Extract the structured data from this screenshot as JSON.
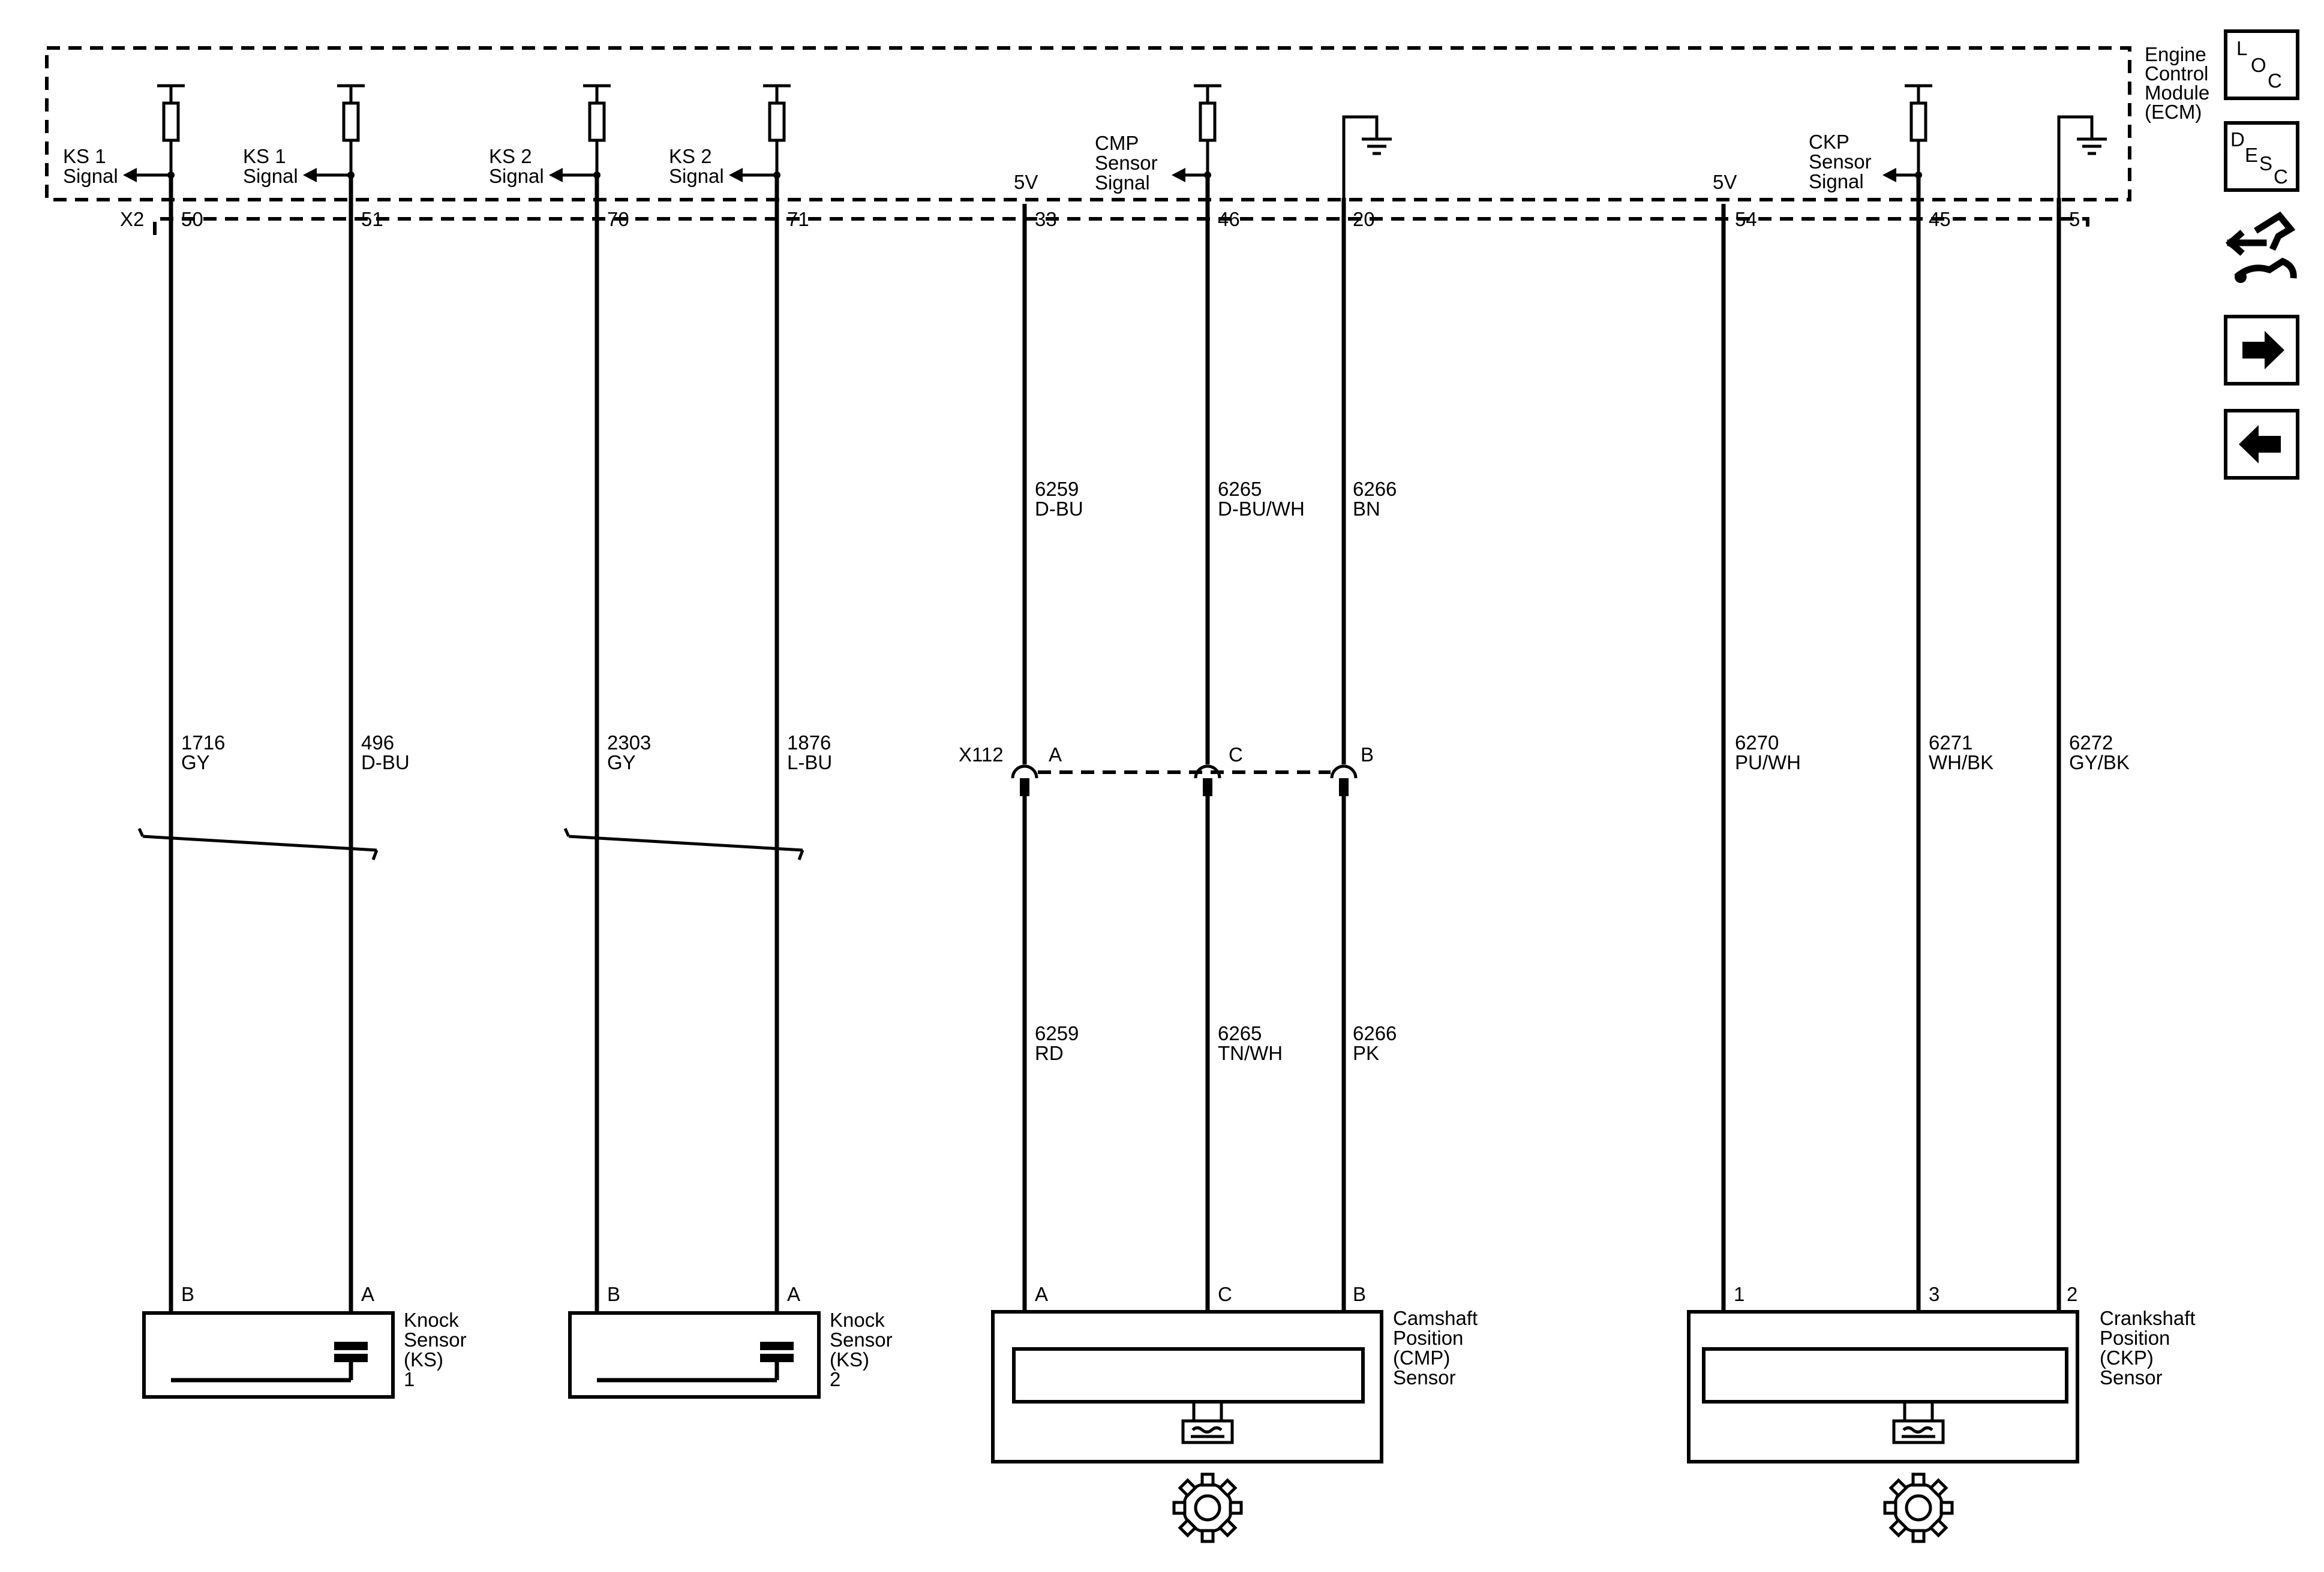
{
  "ecm": {
    "label": [
      "Engine",
      "Control",
      "Module",
      "(ECM)"
    ],
    "connector": "X2"
  },
  "ecm_signals": {
    "ks1a": [
      "KS 1",
      "Signal"
    ],
    "ks1b": [
      "KS 1",
      "Signal"
    ],
    "ks2a": [
      "KS 2",
      "Signal"
    ],
    "ks2b": [
      "KS 2",
      "Signal"
    ],
    "cmp": [
      "CMP",
      "Sensor",
      "Signal"
    ],
    "ckp": [
      "CKP",
      "Sensor",
      "Signal"
    ],
    "v5_cmp": "5V",
    "v5_ckp": "5V"
  },
  "pins": {
    "p50": "50",
    "p51": "51",
    "p70": "70",
    "p71": "71",
    "p33": "33",
    "p46": "46",
    "p20": "20",
    "p54": "54",
    "p45": "45",
    "p5": "5"
  },
  "upper_wires": {
    "w33": [
      "6259",
      "D-BU"
    ],
    "w46": [
      "6265",
      "D-BU/WH"
    ],
    "w20": [
      "6266",
      "BN"
    ]
  },
  "mid_wires": {
    "w50": [
      "1716",
      "GY"
    ],
    "w51": [
      "496",
      "D-BU"
    ],
    "w70": [
      "2303",
      "GY"
    ],
    "w71": [
      "1876",
      "L-BU"
    ],
    "w54": [
      "6270",
      "PU/WH"
    ],
    "w45": [
      "6271",
      "WH/BK"
    ],
    "w5": [
      "6272",
      "GY/BK"
    ]
  },
  "lower_wires": {
    "w33": [
      "6259",
      "RD"
    ],
    "w46": [
      "6265",
      "TN/WH"
    ],
    "w20": [
      "6266",
      "PK"
    ]
  },
  "inline_connector": {
    "name": "X112",
    "pin_a": "A",
    "pin_c": "C",
    "pin_b": "B"
  },
  "components": {
    "ks1": {
      "label": [
        "Knock",
        "Sensor",
        "(KS)",
        "1"
      ],
      "pin_b": "B",
      "pin_a": "A"
    },
    "ks2": {
      "label": [
        "Knock",
        "Sensor",
        "(KS)",
        "2"
      ],
      "pin_b": "B",
      "pin_a": "A"
    },
    "cmp": {
      "label": [
        "Camshaft",
        "Position",
        "(CMP)",
        "Sensor"
      ],
      "pin_a": "A",
      "pin_c": "C",
      "pin_b": "B"
    },
    "ckp": {
      "label": [
        "Crankshaft",
        "Position",
        "(CKP)",
        "Sensor"
      ],
      "pin_1": "1",
      "pin_3": "3",
      "pin_2": "2"
    }
  },
  "nav": {
    "loc": {
      "l": "L",
      "o": "O",
      "c": "C"
    },
    "desc": {
      "d": "D",
      "e": "E",
      "s": "S",
      "c": "C"
    }
  }
}
